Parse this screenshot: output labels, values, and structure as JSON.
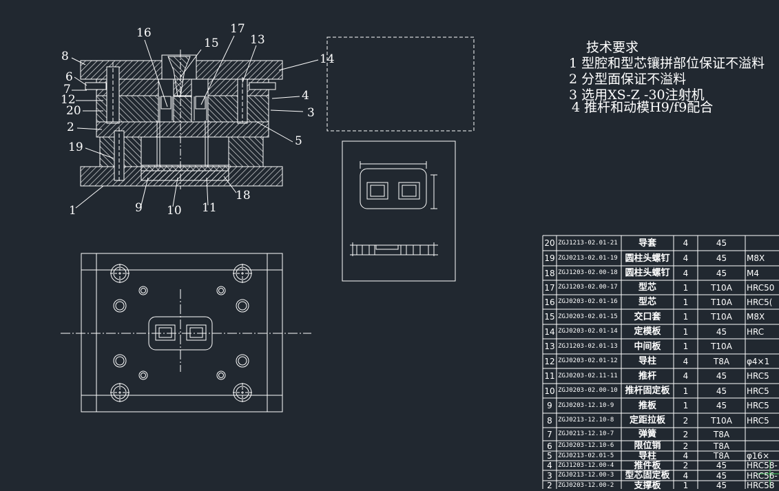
{
  "part_labels": [
    "16",
    "15",
    "17",
    "13",
    "8",
    "14",
    "6",
    "7",
    "12",
    "4",
    "20",
    "3",
    "2",
    "5",
    "19",
    "1",
    "9",
    "10",
    "11",
    "18"
  ],
  "tech_requirements": {
    "title": "技术要求",
    "items": [
      "1 型腔和型芯镶拼部位保证不溢料",
      "2 分型面保证不溢料",
      "3 选用XS-Z -30注射机",
      "4 推杆和动模H9/f9配合"
    ]
  },
  "bom": [
    {
      "no": "20",
      "code": "ZGJ1213-02.01-21",
      "name": "导套",
      "qty": "4",
      "material": "45",
      "note": ""
    },
    {
      "no": "19",
      "code": "ZGJ0213-02.01-19",
      "name": "圆柱头螺钉",
      "qty": "4",
      "material": "45",
      "note": "M8X"
    },
    {
      "no": "18",
      "code": "ZGJ1203-02.00-18",
      "name": "圆柱头螺钉",
      "qty": "4",
      "material": "45",
      "note": "M4"
    },
    {
      "no": "17",
      "code": "ZGJ1203-02.00-17",
      "name": "型芯",
      "qty": "1",
      "material": "T10A",
      "note": "HRC50"
    },
    {
      "no": "16",
      "code": "ZGJ0203-02.01-16",
      "name": "型芯",
      "qty": "1",
      "material": "T10A",
      "note": "HRC5("
    },
    {
      "no": "15",
      "code": "ZGJ0203-02.01-15",
      "name": "交口套",
      "qty": "1",
      "material": "T10A",
      "note": "M8X"
    },
    {
      "no": "14",
      "code": "ZGJ0203-02.01-14",
      "name": "定模板",
      "qty": "1",
      "material": "45",
      "note": "HRC"
    },
    {
      "no": "13",
      "code": "ZGJ1203-02.01-13",
      "name": "中间板",
      "qty": "1",
      "material": "T10A",
      "note": ""
    },
    {
      "no": "12",
      "code": "ZGJ0203-02.01-12",
      "name": "导柱",
      "qty": "4",
      "material": "T8A",
      "note": "φ4×1"
    },
    {
      "no": "11",
      "code": "ZGJ0203-02.11-11",
      "name": "推杆",
      "qty": "4",
      "material": "45",
      "note": "HRC5"
    },
    {
      "no": "10",
      "code": "ZGJ0203-02.00-10",
      "name": "推杆固定板",
      "qty": "1",
      "material": "45",
      "note": "HRC5"
    },
    {
      "no": "9",
      "code": "ZGJ0203-12.10-9",
      "name": "推板",
      "qty": "1",
      "material": "45",
      "note": "HRC5"
    },
    {
      "no": "8",
      "code": "ZGJ0213-12.10-8",
      "name": "定距拉板",
      "qty": "2",
      "material": "T10A",
      "note": "HRC5"
    },
    {
      "no": "7",
      "code": "ZGJ0213-12.10-7",
      "name": "弹簧",
      "qty": "2",
      "material": "T8A",
      "note": ""
    },
    {
      "no": "6",
      "code": "ZGJ0203-12.10-6",
      "name": "限位销",
      "qty": "2",
      "material": "T8A",
      "note": ""
    },
    {
      "no": "5",
      "code": "ZGJ0213-02.01-5",
      "name": "导柱",
      "qty": "4",
      "material": "T8A",
      "note": "φ16×"
    },
    {
      "no": "4",
      "code": "ZGJ1203-12.00-4",
      "name": "推件板",
      "qty": "2",
      "material": "45",
      "note": "HRC58-"
    },
    {
      "no": "3",
      "code": "ZGJ0213-12.00-3",
      "name": "型芯固定板",
      "qty": "4",
      "material": "45",
      "note": "HRC56-"
    },
    {
      "no": "2",
      "code": "ZGJ0203-12.00-2",
      "name": "支撑板",
      "qty": "1",
      "material": "45",
      "note": "HRC58"
    }
  ]
}
